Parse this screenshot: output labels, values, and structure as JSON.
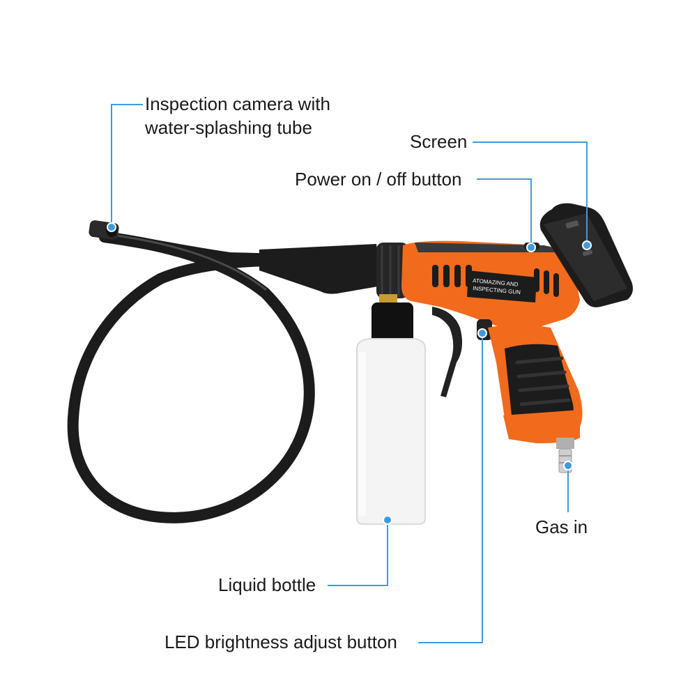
{
  "product": {
    "body_text_line1": "ATOMAZING AND",
    "body_text_line2": "INSPECTING GUN"
  },
  "callouts": {
    "camera_line1": "Inspection camera with",
    "camera_line2": "water-splashing tube",
    "screen": "Screen",
    "power": "Power on / off button",
    "gas": "Gas in",
    "bottle": "Liquid bottle",
    "led": "LED brightness adjust button"
  },
  "colors": {
    "leader": "#3d9be0",
    "body_orange": "#f26a1b",
    "rubber_black": "#1c1c1c",
    "bottle_white": "#f4f4f4"
  }
}
